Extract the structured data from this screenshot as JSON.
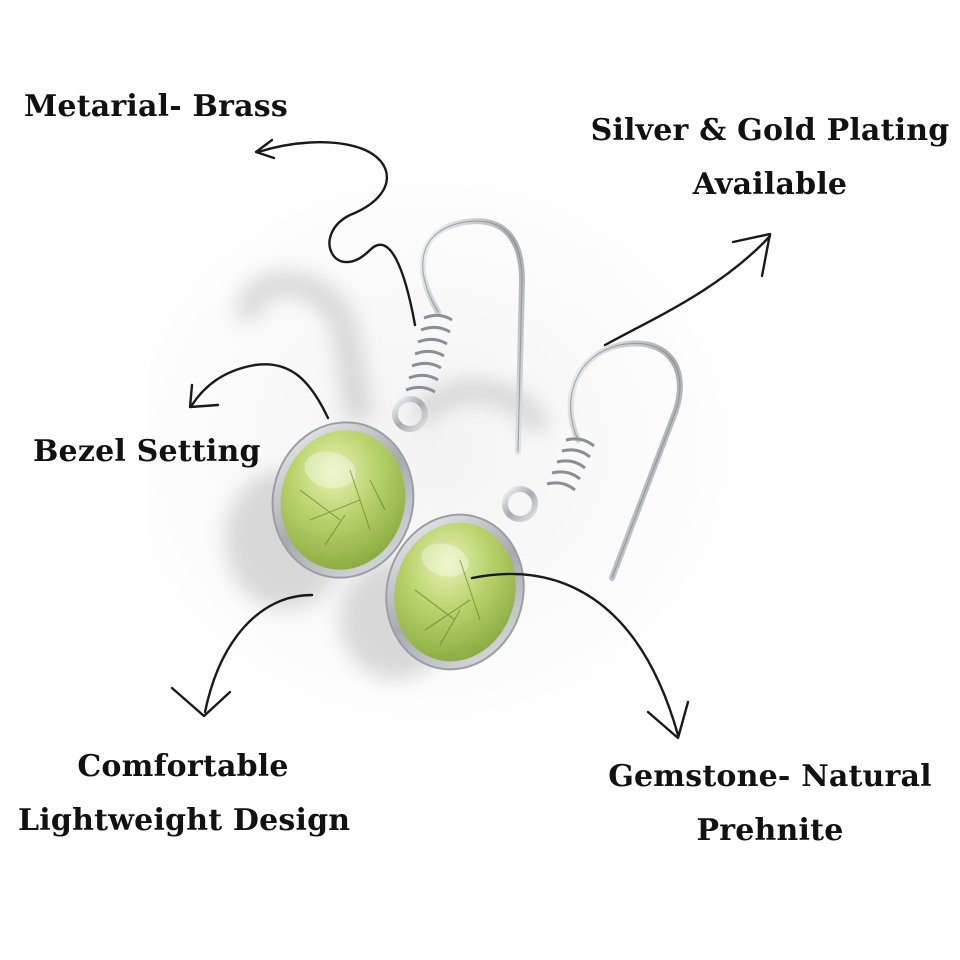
{
  "labels": {
    "material": "Metarial- Brass",
    "plating_line1": "Silver & Gold Plating",
    "plating_line2": "Available",
    "bezel": "Bezel Setting",
    "comfort_line1": "Comfortable",
    "comfort_line2": "Lightweight Design",
    "gemstone_line1": "Gemstone- Natural",
    "gemstone_line2": "Prehnite"
  },
  "colors": {
    "text": "#111111",
    "gem": "#a9c65a",
    "metal": "#c9cbcf"
  }
}
